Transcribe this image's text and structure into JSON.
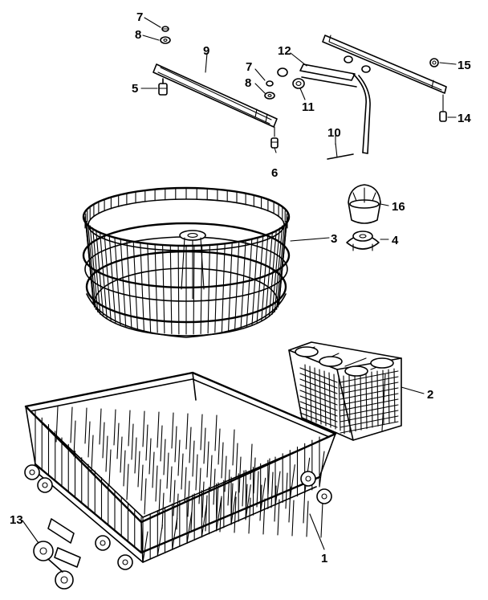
{
  "callouts": {
    "c1": "1",
    "c2": "2",
    "c3": "3",
    "c4": "4",
    "c5": "5",
    "c6": "6",
    "c7a": "7",
    "c7b": "7",
    "c8a": "8",
    "c8b": "8",
    "c9": "9",
    "c10": "10",
    "c11": "11",
    "c12": "12",
    "c13": "13",
    "c14": "14",
    "c15": "15",
    "c16": "16"
  }
}
